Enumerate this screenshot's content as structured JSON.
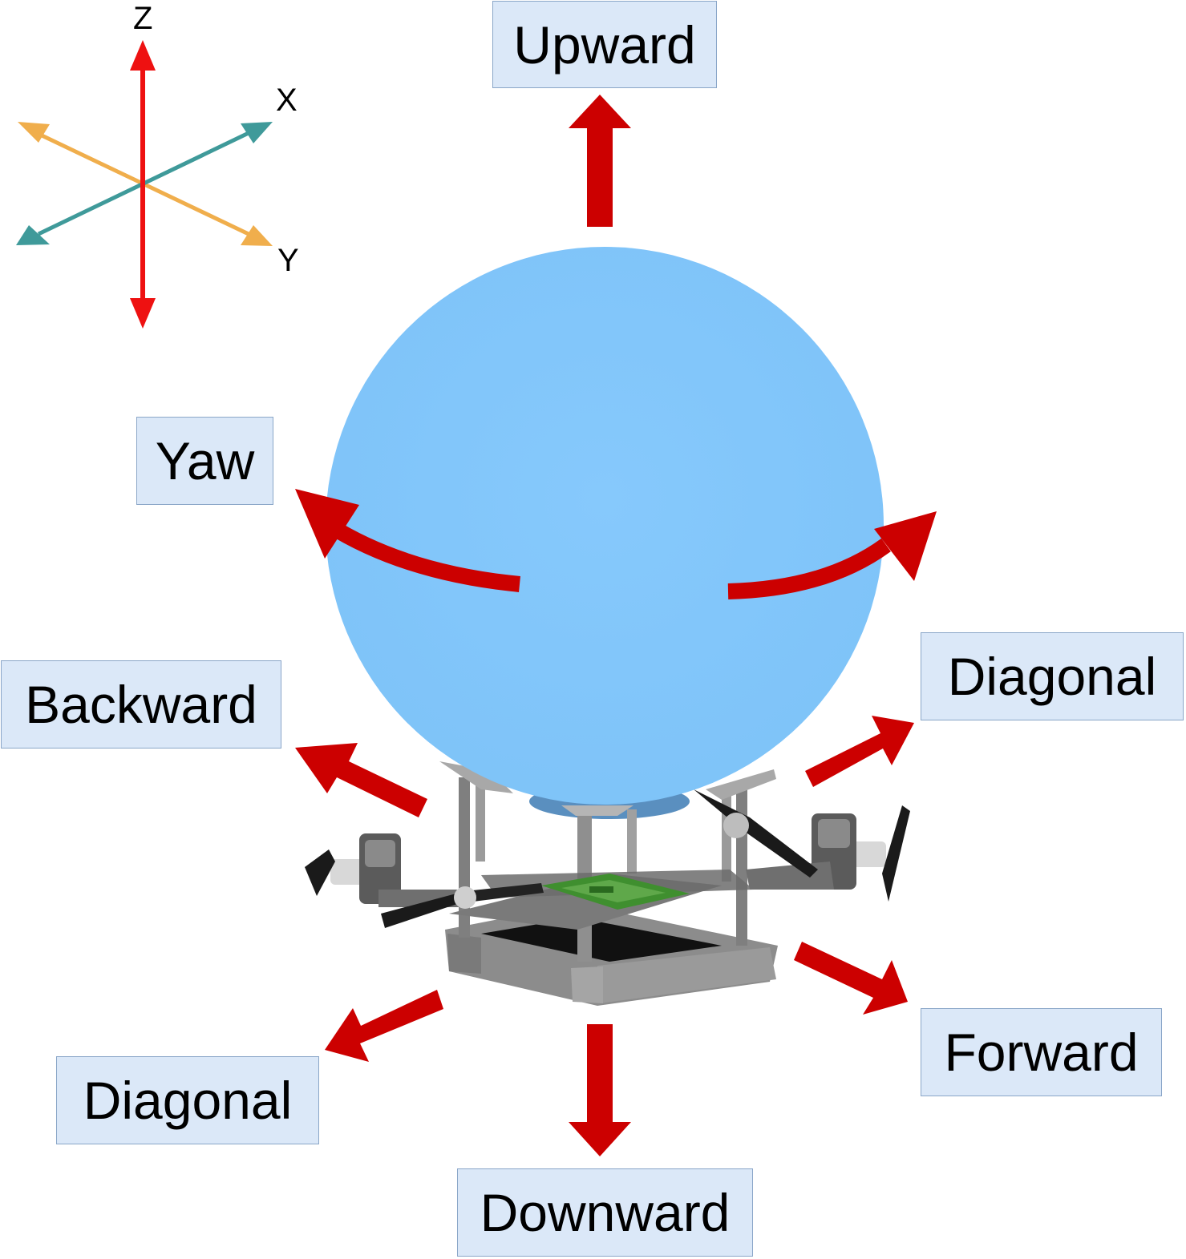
{
  "axes": {
    "z": "Z",
    "x": "X",
    "y": "Y",
    "colors": {
      "z": "#ee1111",
      "x": "#3f9a9a",
      "y": "#f0ae4c"
    }
  },
  "labels": {
    "upward": "Upward",
    "yaw": "Yaw",
    "backward": "Backward",
    "diagonal_right": "Diagonal",
    "forward": "Forward",
    "diagonal_left": "Diagonal",
    "downward": "Downward"
  },
  "colors": {
    "arrow": "#cc0000",
    "balloon": "#80c6fb",
    "label_fill": "#dbe8f8",
    "frame": "#6f6f6f",
    "circuit_board": "#3f8f2f",
    "propeller": "#1a1a1a"
  },
  "icons": {
    "vehicle": "blimp-drone-icon",
    "axis_gizmo": "xyz-axes-icon"
  }
}
